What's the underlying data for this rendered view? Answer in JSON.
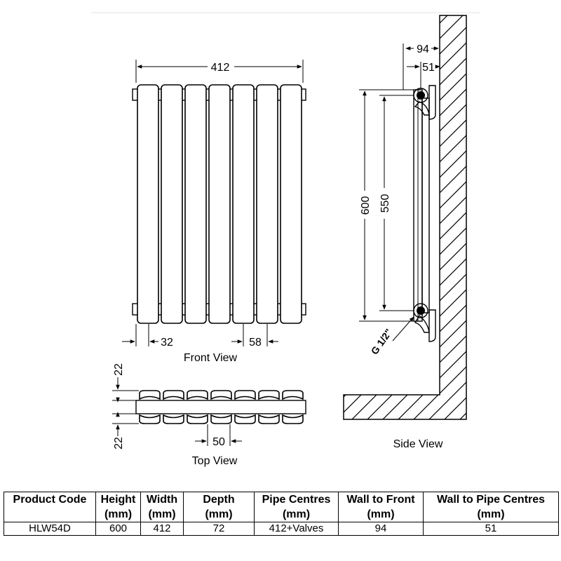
{
  "front_view": {
    "label": "Front View",
    "width": "412",
    "left_offset": "32",
    "column_pitch": "58"
  },
  "side_view": {
    "label": "Side View",
    "wall_to_front": "94",
    "wall_to_pipe": "51",
    "height": "600",
    "pipe_centres": "550",
    "thread": "G 1/2\""
  },
  "top_view": {
    "label": "Top View",
    "top_clearance": "22",
    "bottom_clearance": "22",
    "column_width": "50"
  },
  "table": {
    "headers": [
      [
        "Product Code",
        ""
      ],
      [
        "Height",
        "(mm)"
      ],
      [
        "Width",
        "(mm)"
      ],
      [
        "Depth",
        "(mm)"
      ],
      [
        "Pipe Centres",
        "(mm)"
      ],
      [
        "Wall to Front",
        "(mm)"
      ],
      [
        "Wall to Pipe Centres",
        "(mm)"
      ]
    ],
    "rows": [
      [
        "HLW54D",
        "600",
        "412",
        "72",
        "412+Valves",
        "94",
        "51"
      ]
    ]
  }
}
